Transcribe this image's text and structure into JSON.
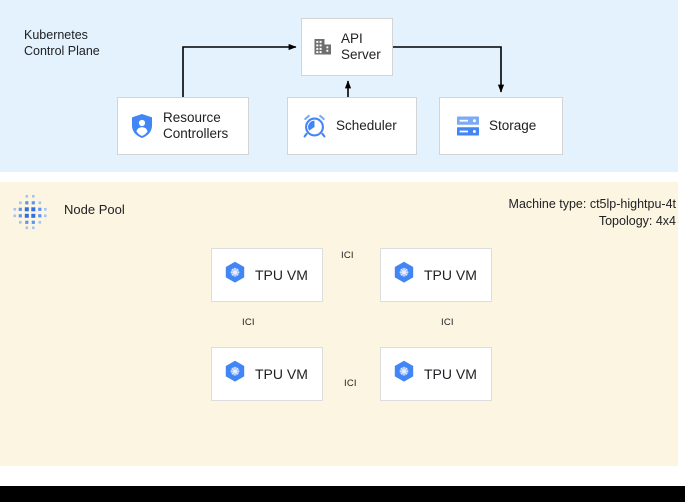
{
  "control_plane": {
    "label": "Kubernetes\nControl Plane",
    "background": "#e3f2fd",
    "nodes": [
      {
        "id": "api-server",
        "label": "API\nServer",
        "icon": "building-icon"
      },
      {
        "id": "resource-controllers",
        "label": "Resource\nControllers",
        "icon": "shield-user-icon"
      },
      {
        "id": "scheduler",
        "label": "Scheduler",
        "icon": "alarm-clock-icon"
      },
      {
        "id": "storage",
        "label": "Storage",
        "icon": "storage-rack-icon"
      }
    ],
    "edges": [
      {
        "from": "resource-controllers",
        "to": "api-server",
        "label": ""
      },
      {
        "from": "scheduler",
        "to": "api-server",
        "label": ""
      },
      {
        "from": "api-server",
        "to": "storage",
        "label": ""
      }
    ]
  },
  "node_pool": {
    "label": "Node Pool",
    "icon": "dot-grid-icon",
    "background": "#fcf5e1",
    "machine_type": "Machine type: ct5lp-hightpu-4t",
    "topology": "Topology: 4x4",
    "vms": [
      {
        "id": "tpu-0",
        "label": "TPU VM",
        "icon": "kubernetes-hex-icon"
      },
      {
        "id": "tpu-1",
        "label": "TPU VM",
        "icon": "kubernetes-hex-icon"
      },
      {
        "id": "tpu-2",
        "label": "TPU VM",
        "icon": "kubernetes-hex-icon"
      },
      {
        "id": "tpu-3",
        "label": "TPU VM",
        "icon": "kubernetes-hex-icon"
      }
    ],
    "links": [
      {
        "id": "ici-top",
        "label": "ICI",
        "from": "tpu-0",
        "to": "tpu-1",
        "direction": "bidirectional"
      },
      {
        "id": "ici-bottom",
        "label": "ICI",
        "from": "tpu-2",
        "to": "tpu-3",
        "direction": "bidirectional"
      },
      {
        "id": "ici-left",
        "label": "ICI",
        "from": "tpu-0",
        "to": "tpu-2",
        "direction": "bidirectional"
      },
      {
        "id": "ici-right",
        "label": "ICI",
        "from": "tpu-1",
        "to": "tpu-3",
        "direction": "bidirectional"
      }
    ]
  },
  "colors": {
    "control_plane_bg": "#e3f2fd",
    "node_pool_bg": "#fcf5e1",
    "icon_blue": "#4285f4",
    "icon_gray": "#6e6e6e",
    "box_bg": "#ffffff",
    "box_border": "#d4d4d4",
    "text": "#202124",
    "bottom_bar": "#000000"
  }
}
